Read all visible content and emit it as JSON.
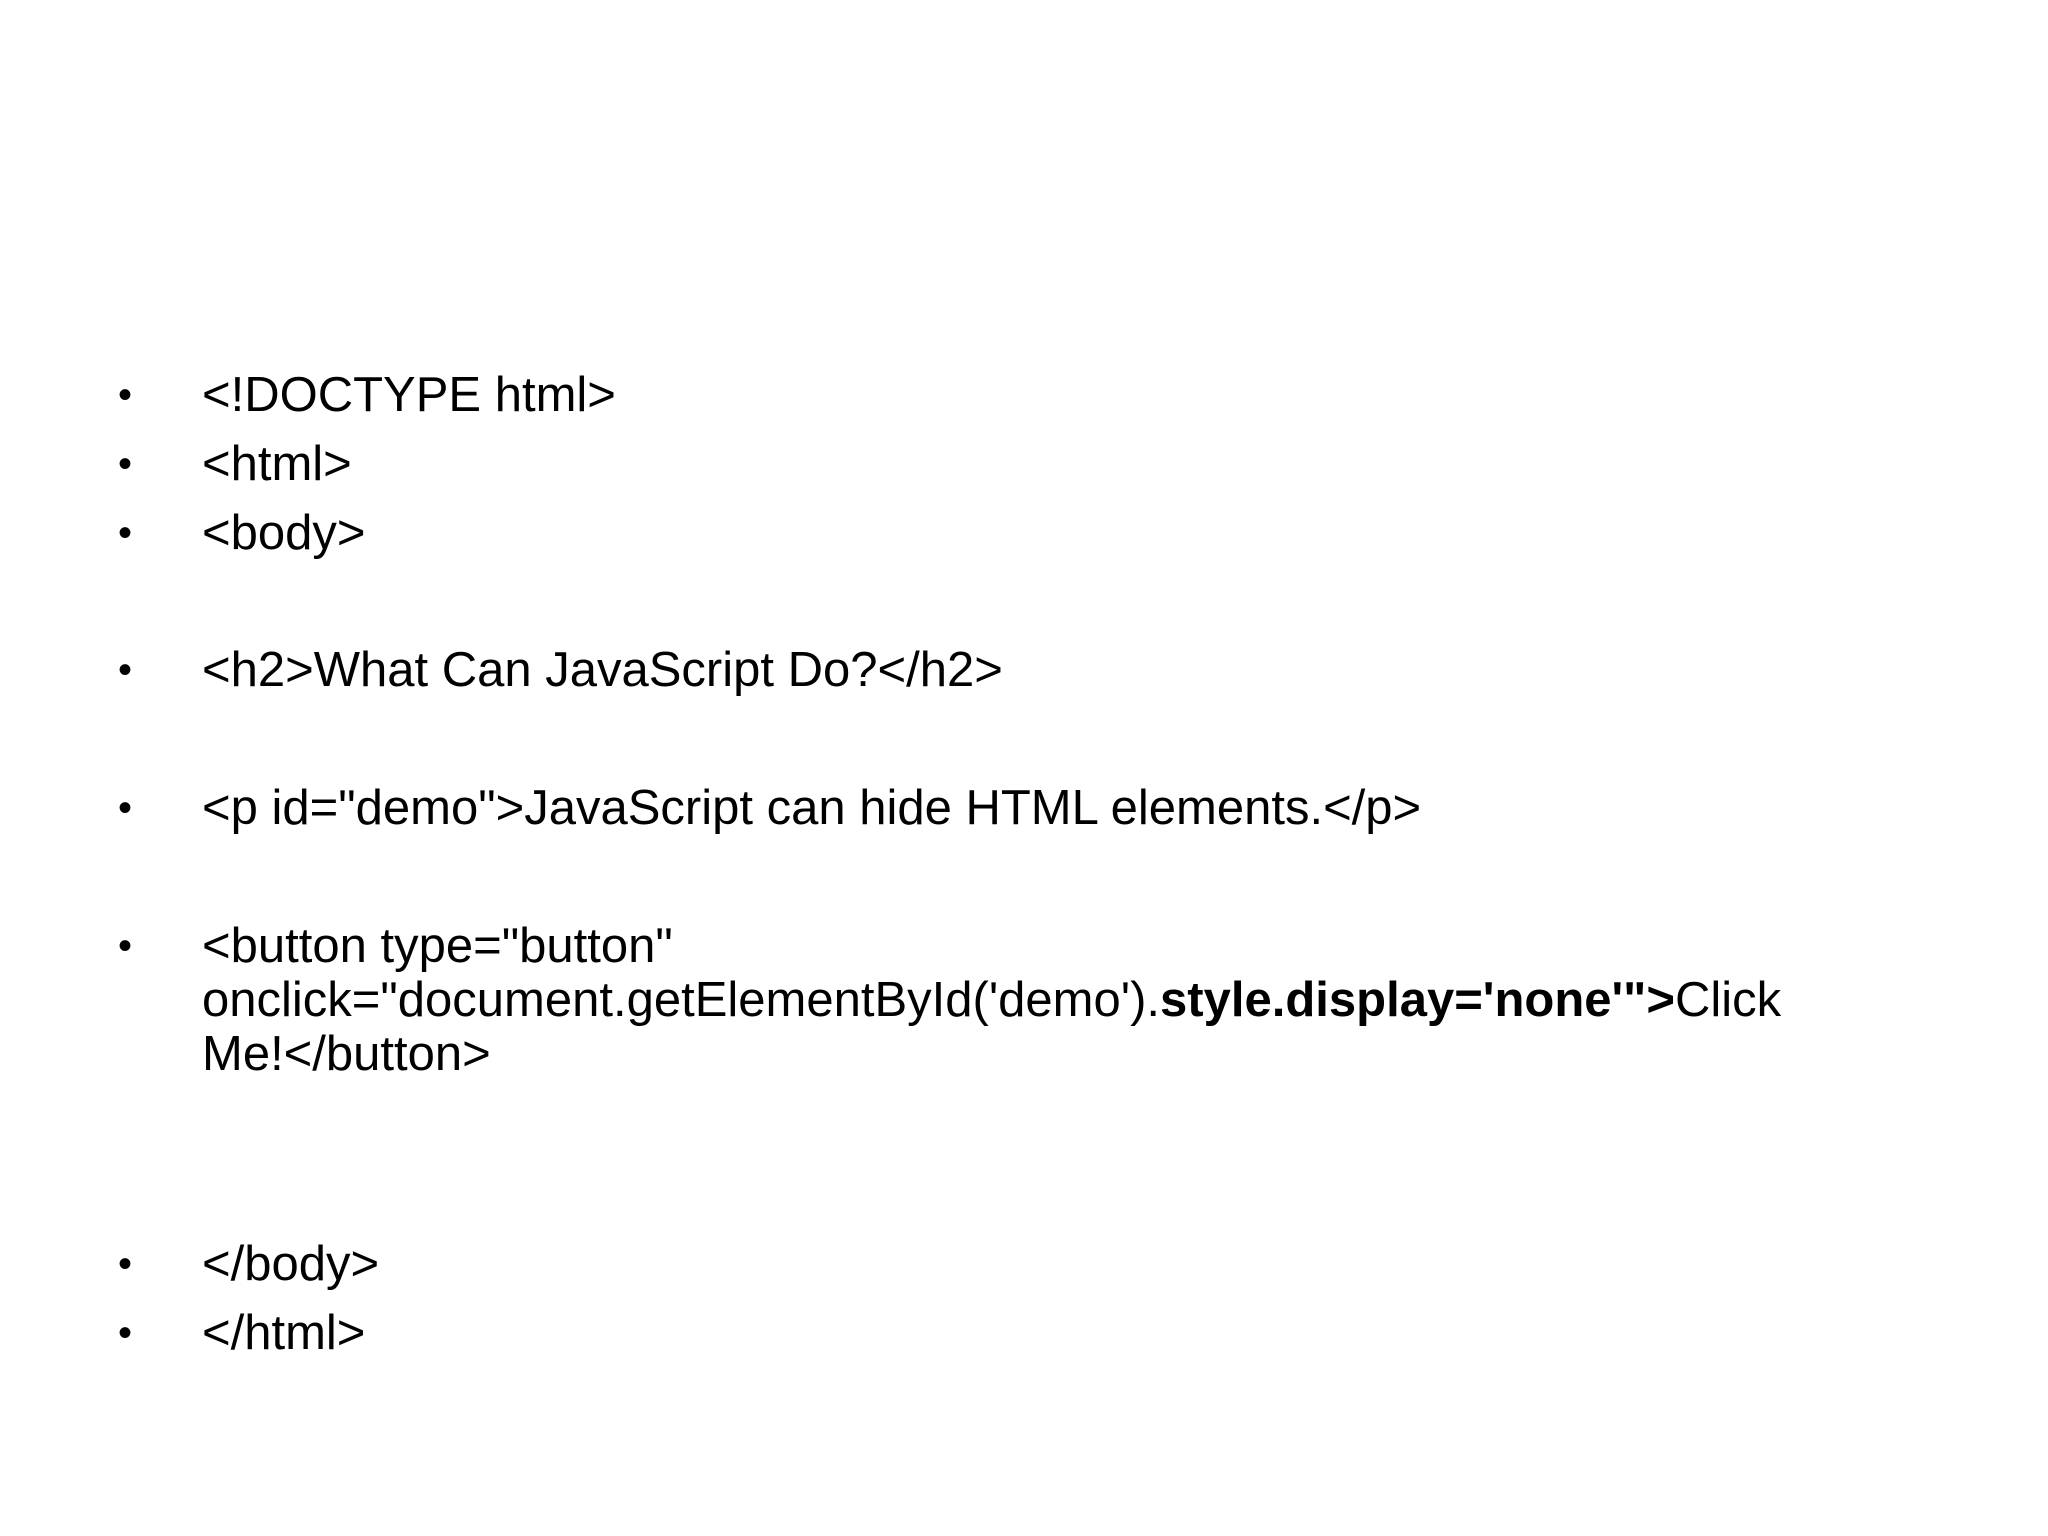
{
  "bullets": [
    "<!DOCTYPE html>",
    "<html>",
    "<body>",
    "<h2>What Can JavaScript Do?</h2>",
    "<p id=\"demo\">JavaScript can hide HTML elements.</p>",
    {
      "line1": "<button type=\"button\"",
      "line2_prefix": "onclick=\"document.getElementById('demo').",
      "line2_bold": "style.display='none'\">",
      "line2_suffix": "Click",
      "line3": "Me!</button>"
    },
    "</body>",
    "</html>"
  ],
  "bullet_symbol": "•"
}
